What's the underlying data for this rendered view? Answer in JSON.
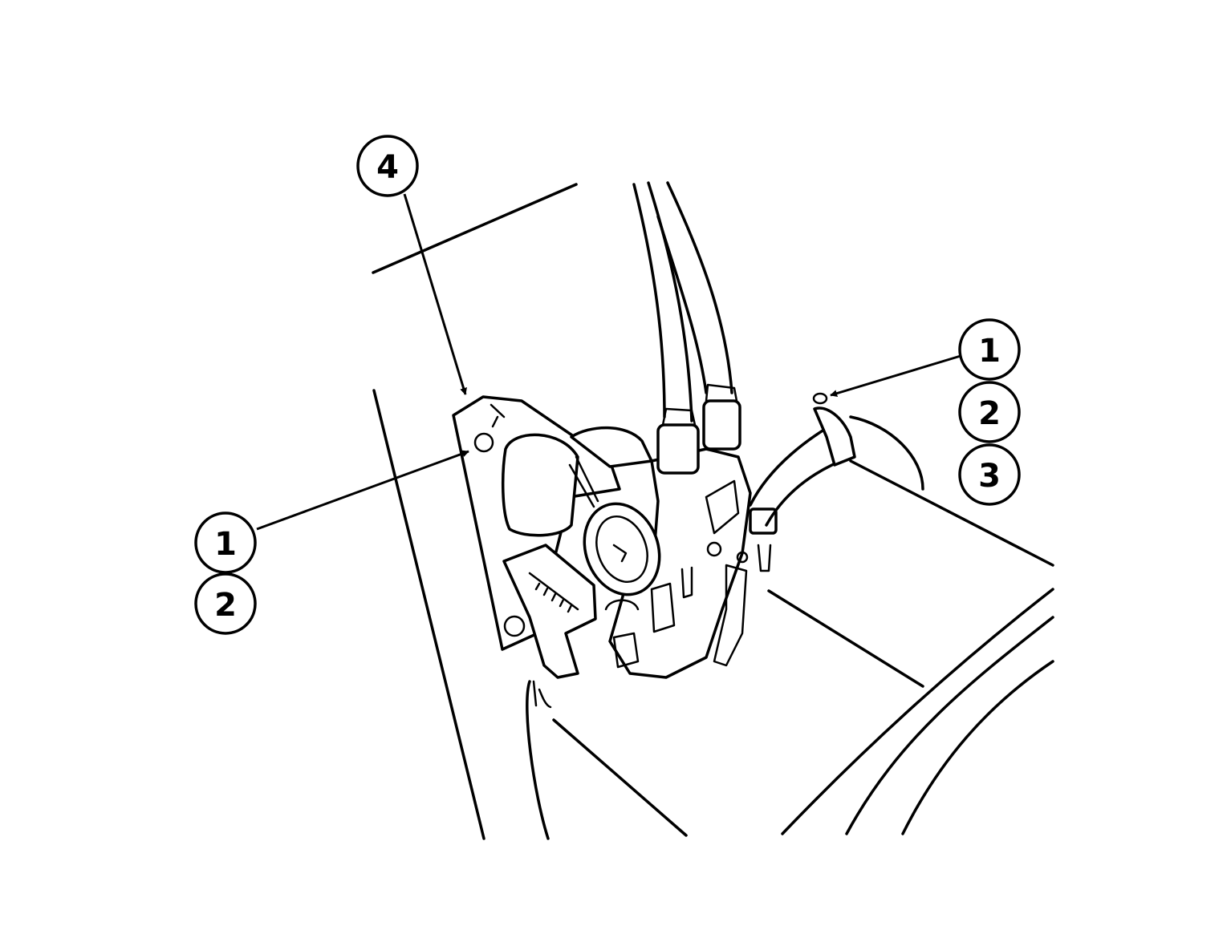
{
  "callouts": {
    "top_bracket": "4",
    "left_upper": "1",
    "left_lower": "2",
    "right_top": "1",
    "right_middle": "2",
    "right_bottom": "3"
  },
  "colors": {
    "ink": "#000000",
    "paper": "#ffffff"
  }
}
